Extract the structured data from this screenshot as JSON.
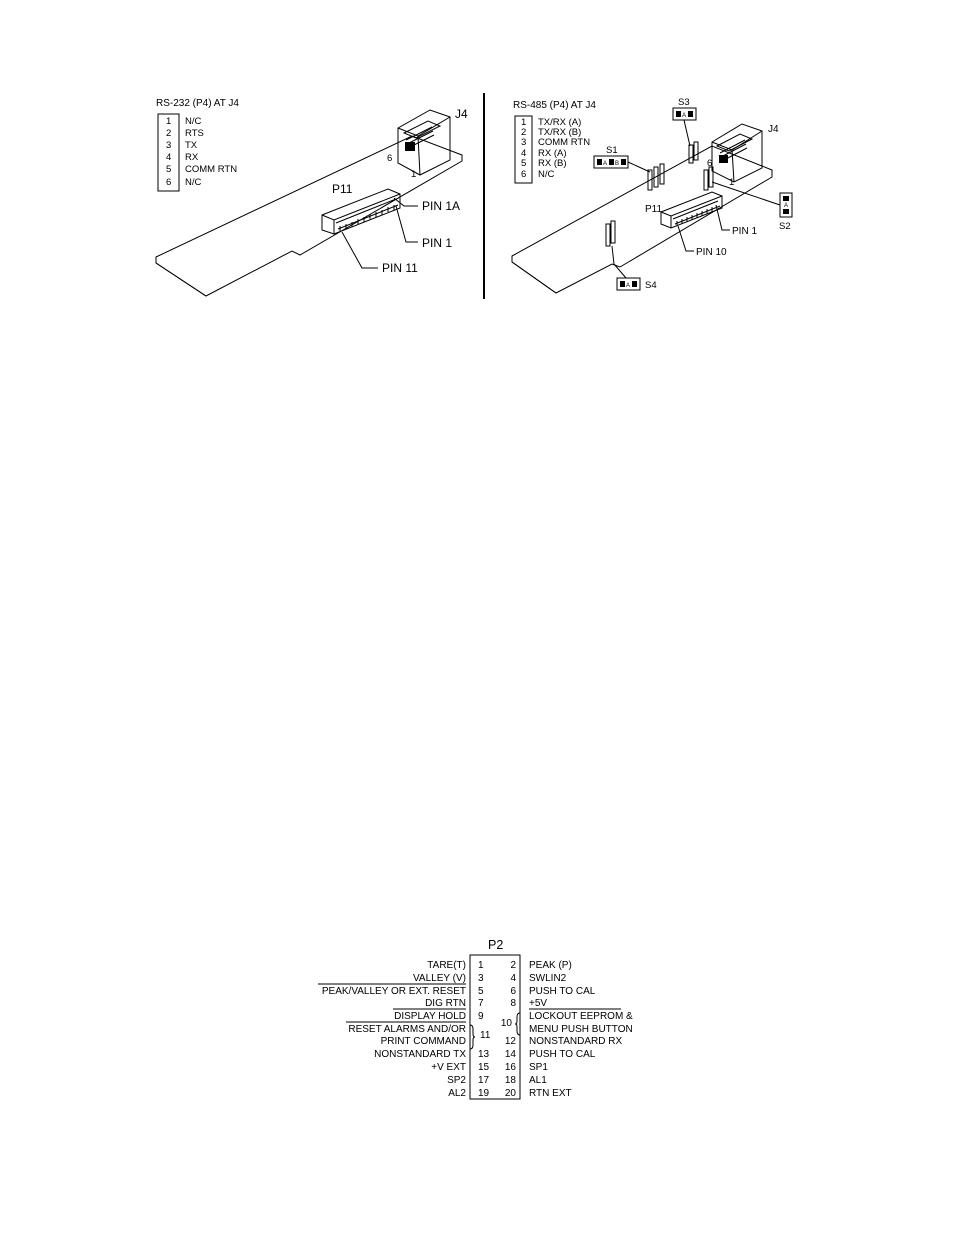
{
  "rs232": {
    "title": "RS-232 (P4) AT J4",
    "pins": [
      {
        "num": "1",
        "label": "N/C"
      },
      {
        "num": "2",
        "label": "RTS"
      },
      {
        "num": "3",
        "label": "TX"
      },
      {
        "num": "4",
        "label": "RX"
      },
      {
        "num": "5",
        "label": "COMM RTN"
      },
      {
        "num": "6",
        "label": "N/C"
      }
    ],
    "connector_label": "J4",
    "pin6_label": "6",
    "pin1_label": "1",
    "header_label": "P11",
    "callouts": [
      "PIN 1A",
      "PIN 1",
      "PIN 11"
    ]
  },
  "rs485": {
    "title": "RS-485 (P4) AT J4",
    "pins": [
      {
        "num": "1",
        "label": "TX/RX (A)"
      },
      {
        "num": "2",
        "label": "TX/RX (B)"
      },
      {
        "num": "3",
        "label": "COMM RTN"
      },
      {
        "num": "4",
        "label": "RX (A)"
      },
      {
        "num": "5",
        "label": "RX (B)"
      },
      {
        "num": "6",
        "label": "N/C"
      }
    ],
    "connector_label": "J4",
    "pin6_label": "6",
    "pin1_label": "1",
    "header_label": "P11",
    "switches": {
      "s1": "S1",
      "s2": "S2",
      "s3": "S3",
      "s4": "S4"
    },
    "switch_marks": {
      "a": "A",
      "b": "B"
    },
    "callouts": [
      "PIN 1",
      "PIN 10"
    ]
  },
  "p2": {
    "title": "P2",
    "left_labels": [
      "TARE(T)",
      "VALLEY (V)",
      "PEAK/VALLEY OR EXT. RESET",
      "DIG RTN",
      "DISPLAY HOLD",
      "RESET ALARMS AND/OR",
      "PRINT COMMAND",
      "NONSTANDARD TX",
      "+V EXT",
      "SP2",
      "AL2"
    ],
    "left_pins": [
      "1",
      "3",
      "5",
      "7",
      "9",
      "11",
      "13",
      "15",
      "17",
      "19"
    ],
    "right_pins": [
      "2",
      "4",
      "6",
      "8",
      "10",
      "12",
      "14",
      "16",
      "18",
      "20"
    ],
    "right_labels": [
      "PEAK (P)",
      "SWLIN2",
      "PUSH TO CAL",
      "+5V",
      "LOCKOUT EEPROM &",
      "MENU PUSH BUTTON",
      "NONSTANDARD RX",
      "PUSH TO CAL",
      "SP1",
      "AL1",
      "RTN EXT"
    ]
  }
}
